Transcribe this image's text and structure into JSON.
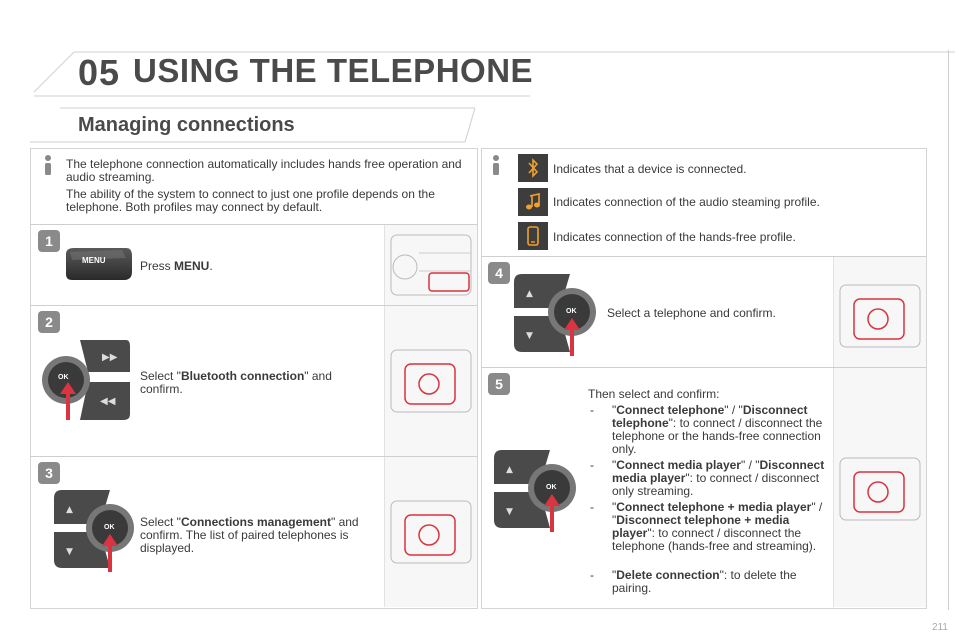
{
  "header": {
    "chapter": "05",
    "title": "USING THE TELEPHONE",
    "section": "Managing connections"
  },
  "info": {
    "line1": "The telephone connection automatically includes hands free operation and audio streaming.",
    "line2": "The ability of the system to connect to just one profile depends on the telephone. Both profiles may connect by default."
  },
  "status": [
    {
      "icon": "bluetooth-icon",
      "text": "Indicates that a device is connected."
    },
    {
      "icon": "music-note-icon",
      "text": "Indicates connection of the audio steaming profile."
    },
    {
      "icon": "phone-icon",
      "text": "Indicates connection of the hands-free profile."
    }
  ],
  "steps": [
    {
      "num": "1",
      "pre": "Press ",
      "bold": "MENU",
      "post": "."
    },
    {
      "num": "2",
      "pre": "Select \"",
      "bold": "Bluetooth connection",
      "post": "\" and confirm."
    },
    {
      "num": "3",
      "pre": "Select \"",
      "bold": "Connections management",
      "post": "\" and confirm. The list of paired telephones is displayed."
    },
    {
      "num": "4",
      "text": "Select a telephone and confirm."
    },
    {
      "num": "5",
      "intro": "Then select and confirm:",
      "bullets": [
        {
          "dash": "-",
          "parts": [
            "\"",
            "Connect telephone",
            "\" / \"",
            "Disconnect telephone",
            "\": to connect / disconnect the telephone or the hands-free connection only."
          ]
        },
        {
          "dash": "-",
          "parts": [
            "\"",
            "Connect media player",
            "\" / \"",
            "Disconnect media player",
            "\": to connect / disconnect only streaming."
          ]
        },
        {
          "dash": "-",
          "parts": [
            "\"",
            "Connect telephone + media player",
            "\" / \"",
            "Disconnect telephone + media player",
            "\": to connect / disconnect the telephone (hands-free and streaming)."
          ]
        },
        {
          "dash": "-",
          "parts": [
            "\"",
            "Delete connection",
            "\": to delete the pairing."
          ]
        }
      ]
    }
  ],
  "buttons": {
    "menu": "MENU",
    "ok": "OK"
  },
  "page_number": "211",
  "colors": {
    "arrow_red": "#d9343f",
    "panel_border": "#d4d4d4",
    "step_badge": "#8a8a8a"
  }
}
